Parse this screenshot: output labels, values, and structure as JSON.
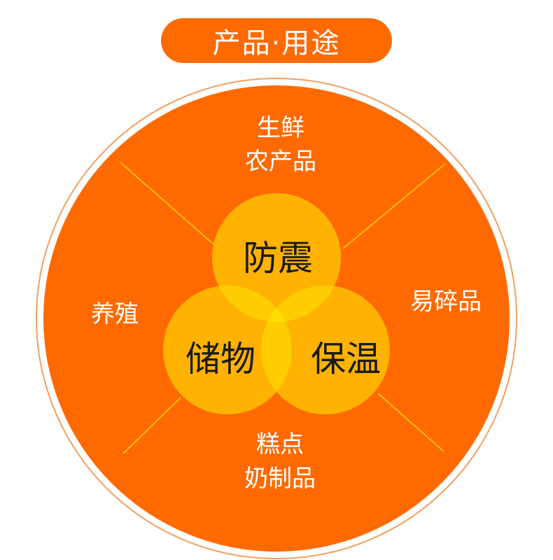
{
  "title": "产品·用途",
  "colors": {
    "primary_orange": "#FF6A00",
    "ring_border": "#F2A061",
    "circle_fill": "#FFB300",
    "overlap_fill": "#FFE000",
    "divider_line": "#FFD000",
    "label_text": "#FFFFFF",
    "core_text": "#1A1A1A"
  },
  "uses": {
    "top": {
      "line1": "生鲜",
      "line2": "农产品"
    },
    "right": "易碎品",
    "left": "养殖",
    "bottom": {
      "line1": "糕点",
      "line2": "奶制品"
    }
  },
  "properties": {
    "top": "防震",
    "left": "储物",
    "right": "保温"
  }
}
